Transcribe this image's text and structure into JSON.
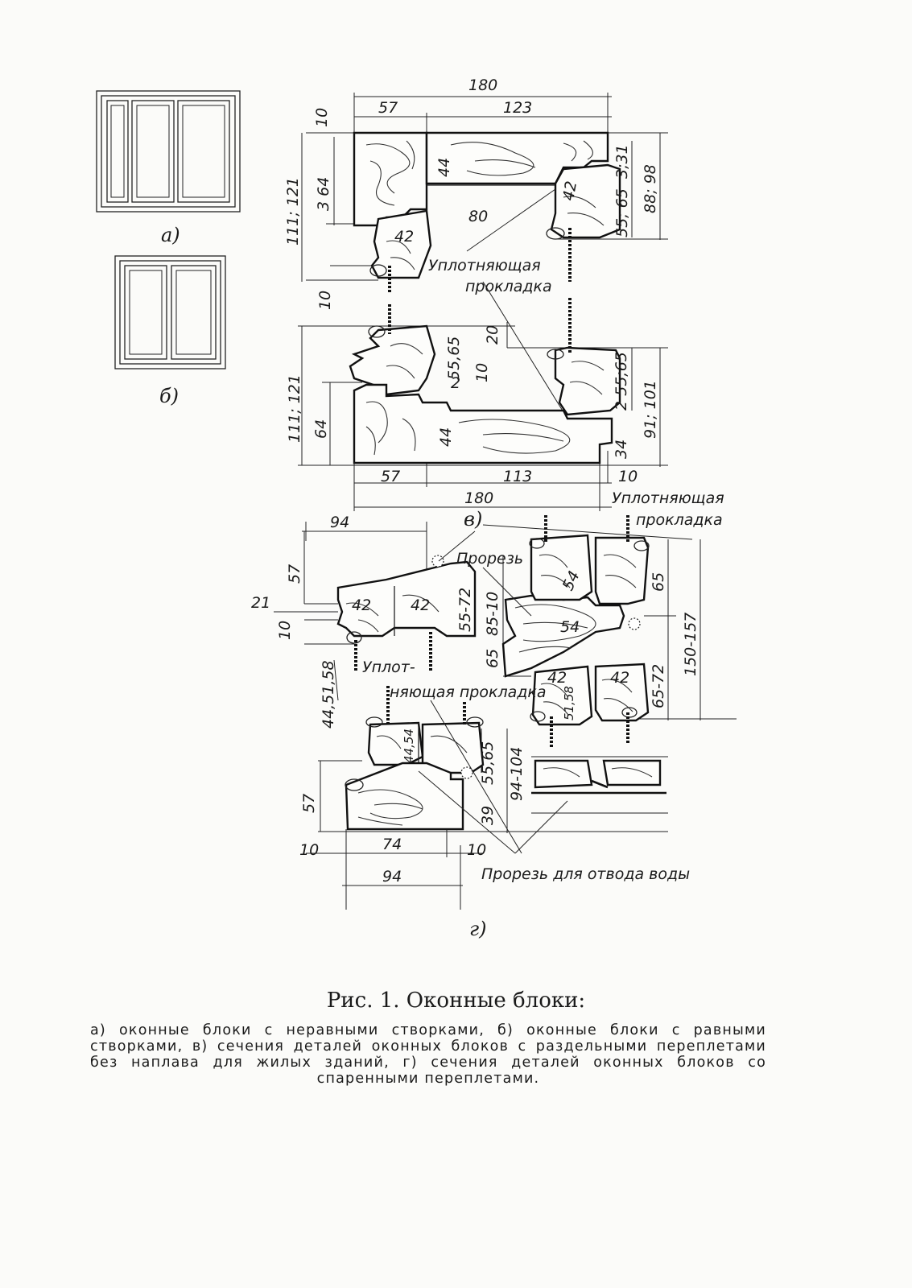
{
  "figure": {
    "caption": "Рис. 1. Оконные блоки:",
    "legend": "а) оконные блоки с неравными створками, б) оконные блоки с равными створками, в) сечения деталей оконных блоков с раздельными переплетами без наплава для жилых зданий, г) сечения деталей оконных блоков со спаренными переплетами."
  },
  "sublabels": {
    "a": "а)",
    "b": "б)",
    "v": "в)",
    "g": "г)"
  },
  "annotations": {
    "seal1_line1": "Уплотняющая",
    "seal1_line2": "прокладка",
    "seal2_line1": "Уплотняющая",
    "seal2_line2": "прокладка",
    "seal3_line1": "Уплот-",
    "seal3_line2": "няющая прокладка",
    "slot": "Прорезь",
    "slot_water": "Прорезь для отвода воды"
  },
  "dims_a": {
    "overall_w": "180",
    "left_w": "57",
    "right_w": "123",
    "top_gap": "10",
    "h_left": "111; 121",
    "h_64": "3 64",
    "bottom_gap": "10",
    "part44": "44",
    "part42a": "42",
    "part42b": "42",
    "part80": "80",
    "part31": "3;31",
    "part5565": "55; 65",
    "part8898": "88; 98"
  },
  "dims_b": {
    "h_left": "111; 121",
    "part64": "64",
    "part2": "2",
    "part5565a": "55,65",
    "part10": "10",
    "part20": "20",
    "part44": "44",
    "part2_5565": "2 55;65",
    "part91101": "91; 101",
    "part34": "34",
    "left57": "57",
    "mid113": "113",
    "gap10": "10",
    "overall180": "180"
  },
  "dims_v": {
    "w94": "94",
    "h57": "57",
    "d21": "21",
    "d10": "10",
    "p42a": "42",
    "p42b": "42",
    "p5572": "55-72",
    "p8510": "85-10",
    "p54a": "54",
    "p54b": "54",
    "p65a": "65",
    "p65b": "65",
    "p150157": "150-157",
    "p42c": "42",
    "p42d": "42",
    "p6572": "65-72",
    "p5158": "51,58",
    "p445158": "44,51,58"
  },
  "dims_g": {
    "p4454": "44,54",
    "p5565": "55,65",
    "p94104": "94-104",
    "h57": "57",
    "p39": "39",
    "d10a": "10",
    "w74": "74",
    "d10b": "10",
    "w94": "94"
  }
}
